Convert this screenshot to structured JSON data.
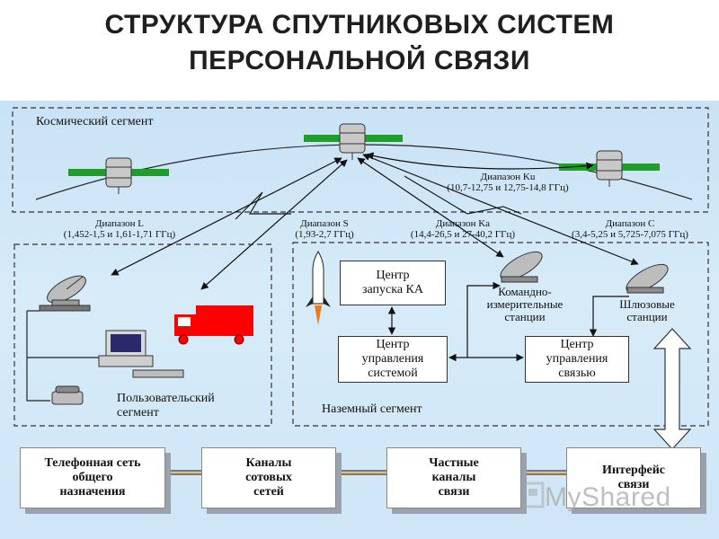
{
  "title": {
    "line1": "СТРУКТУРА СПУТНИКОВЫХ СИСТЕМ",
    "line2": "ПЕРСОНАЛЬНОЙ СВЯЗИ"
  },
  "segments": {
    "space": "Космический сегмент",
    "user_line1": "Пользовательский",
    "user_line2": "сегмент",
    "ground": "Наземный сегмент"
  },
  "bands": {
    "ku_name": "Диапазон Ku",
    "ku_range": "(10,7-12,75 и 12,75-14,8 ГГц)",
    "l_name": "Диапазон L",
    "l_range": "(1,452-1,5 и 1,61-1,71 ГГц)",
    "s_name": "Диапазон S",
    "s_range": "(1,93-2,7 ГГц)",
    "ka_name": "Диапазон Ka",
    "ka_range": "(14,4-26,5 и 27-40,2 ГГц)",
    "c_name": "Диапазон C",
    "c_range": "(3,4-5,25 и 5,725-7,075 ГГц)"
  },
  "ground_boxes": {
    "launch_line1": "Центр",
    "launch_line2": "запуска КА",
    "system_line1": "Центр",
    "system_line2": "управления",
    "system_line3": "системой",
    "comm_line1": "Центр",
    "comm_line2": "управления",
    "comm_line3": "связью"
  },
  "stations": {
    "cmd_line1": "Командно-",
    "cmd_line2": "измерительные",
    "cmd_line3": "станции",
    "gw_line1": "Шлюзовые",
    "gw_line2": "станции"
  },
  "bottom_boxes": [
    {
      "line1": "Телефонная сеть",
      "line2": "общего",
      "line3": "назначения"
    },
    {
      "line1": "Каналы",
      "line2": "сотовых",
      "line3": "сетей"
    },
    {
      "line1": "Частные",
      "line2": "каналы",
      "line3": "связи"
    },
    {
      "line1": "Интерфейс",
      "line2": "связи",
      "line3": ""
    }
  ],
  "watermark": "MyShared",
  "colors": {
    "panel": "#cfe6f7",
    "truck": "#ff0000",
    "solar_panel": "#1f9e2a",
    "rocket_flame": "#f07a1a"
  }
}
